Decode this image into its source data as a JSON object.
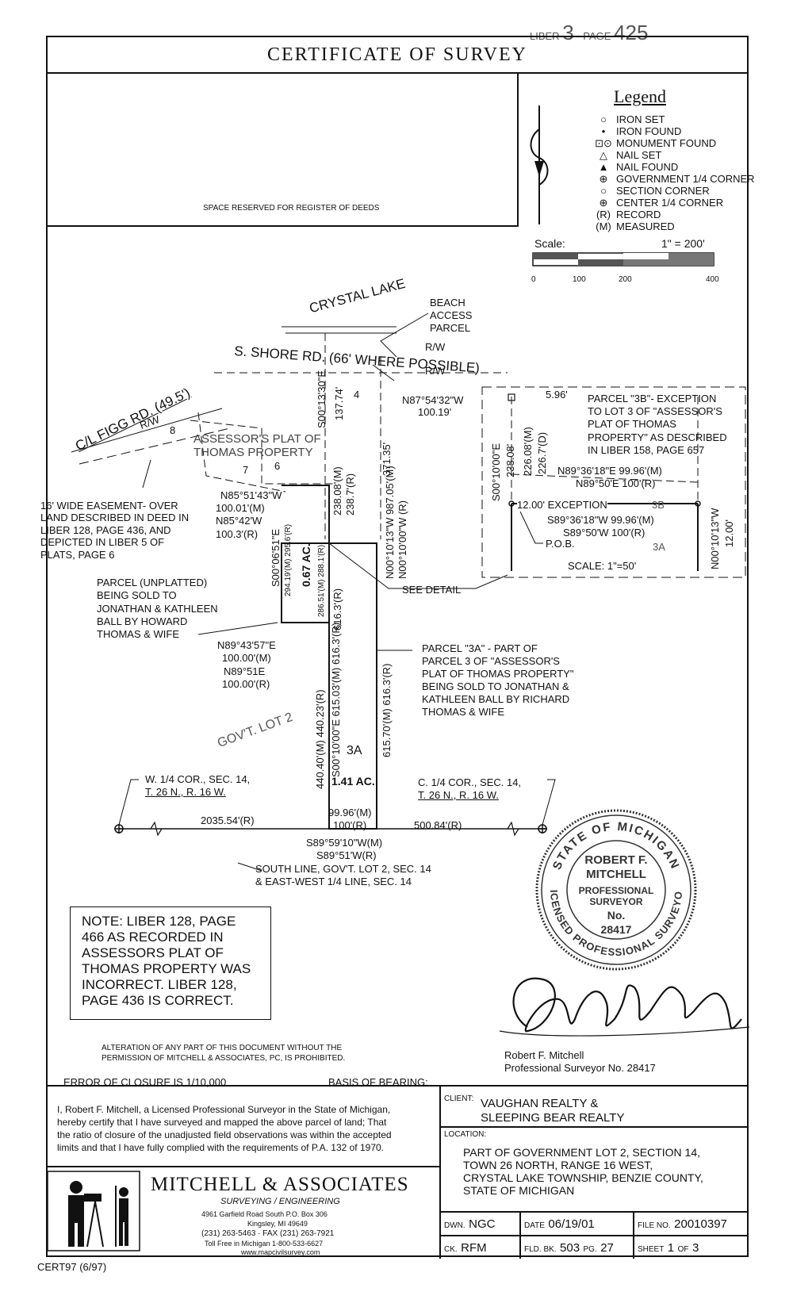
{
  "header": {
    "liber_label": "LIBER",
    "liber_number": "3",
    "page_label": "PAGE",
    "page_number": "425",
    "title": "CERTIFICATE OF SURVEY"
  },
  "register_space": "SPACE RESERVED FOR REGISTER OF DEEDS",
  "legend": {
    "title": "Legend",
    "items": [
      {
        "symbol": "○",
        "label": "IRON SET"
      },
      {
        "symbol": "•",
        "label": "IRON FOUND"
      },
      {
        "symbol": "⊡⊙",
        "label": "MONUMENT FOUND"
      },
      {
        "symbol": "△",
        "label": "NAIL SET"
      },
      {
        "symbol": "▲",
        "label": "NAIL FOUND"
      },
      {
        "symbol": "⊕",
        "label": "GOVERNMENT 1/4 CORNER"
      },
      {
        "symbol": "○",
        "label": "SECTION CORNER"
      },
      {
        "symbol": "⊕",
        "label": "CENTER 1/4 CORNER"
      },
      {
        "symbol": "(R)",
        "label": "RECORD"
      },
      {
        "symbol": "(M)",
        "label": "MEASURED"
      }
    ],
    "scale_label": "Scale:",
    "scale_value": "1\" = 200'",
    "scale_ticks": [
      "0",
      "100",
      "200",
      "400"
    ]
  },
  "drawing": {
    "crystal_lake": "CRYSTAL LAKE",
    "beach_access": [
      "BEACH",
      "ACCESS",
      "PARCEL"
    ],
    "rw": "R/W",
    "south_shore": "S. SHORE RD. (66' WHERE POSSIBLE)",
    "figg_rd": "C/L FIGG RD. (49.5')",
    "assessors_plat": [
      "ASSESSOR'S PLAT OF",
      "THOMAS PROPERTY"
    ],
    "lot_numbers": [
      "4",
      "8",
      "7",
      "6"
    ],
    "n87": [
      "N87°54'32\"W",
      "100.19'"
    ],
    "s00_13": "S00°13'30\"E",
    "d137": "137.74'",
    "d238m": "238.08'(M)",
    "d238r": "238.7'(R)",
    "d371": "371.35'",
    "n00_987": "N00°10'13\"W 987.05'(M)",
    "n00_rec": "N00°10'00\"W (R)",
    "easement": [
      "16' WIDE EASEMENT- OVER",
      "LAND DESCRIBED IN DEED IN",
      "LIBER 128, PAGE 436, AND",
      "DEPICTED IN LIBER 5 OF",
      "PLATS, PAGE 6"
    ],
    "n85": [
      "N85°51'43\"W",
      "100.01'(M)",
      "N85°42'W",
      "100.3'(R)"
    ],
    "s00_06": "S00°06'51\"E",
    "d294": "294.19'(M) 295.6'(R)",
    "acres_small": "0.67 AC.",
    "d286": "286.51'(M) 288.1'(R)",
    "d616r_a": "616.3'(R)",
    "see_detail": "SEE DETAIL",
    "parcel_unplatted": [
      "PARCEL (UNPLATTED)",
      "BEING SOLD TO",
      "JONATHAN & KATHLEEN",
      "BALL BY HOWARD",
      "THOMAS & WIFE"
    ],
    "n89_43": [
      "N89°43'57\"E",
      "100.00'(M)",
      "N89°51E",
      "100.00'(R)"
    ],
    "parcel_3a": [
      "PARCEL \"3A\" - PART OF",
      "PARCEL 3 OF \"ASSESSOR'S",
      "PLAT OF THOMAS PROPERTY\"",
      "BEING SOLD TO JONATHAN &",
      "KATHLEEN BALL BY RICHARD",
      "THOMAS & WIFE"
    ],
    "govt_lot": "GOV'T. LOT 2",
    "d440": "440.40'(M) 440.23'(R)",
    "s00_615": "S00°10'00\"E 615.03'(M) 616.3'(R)",
    "d615_70": "615.70'(M) 616.3'(R)",
    "label_3a": "3A",
    "acres_large": "1.41 AC.",
    "w_quarter": [
      "W. 1/4 COR., SEC. 14,",
      "T. 26 N., R. 16 W."
    ],
    "c_quarter": [
      "C. 1/4 COR., SEC. 14,",
      "T. 26 N., R. 16 W."
    ],
    "d2035": "2035.54'(R)",
    "d99m": "99.96'(M)",
    "d100r": "100'(R)",
    "d500": "500.84'(R)",
    "s89_59": "S89°59'10\"W(M)",
    "s89_51": "S89°51'W(R)",
    "south_line": [
      "SOUTH LINE, GOV'T. LOT 2, SEC. 14",
      "& EAST-WEST 1/4 LINE, SEC. 14"
    ]
  },
  "detail": {
    "d596": "5.96'",
    "parcel_3b": [
      "PARCEL \"3B\"- EXCEPTION",
      "TO LOT 3 OF \"ASSESSOR'S",
      "PLAT OF THOMAS",
      "PROPERTY\" AS DESCRIBED",
      "IN LIBER 158, PAGE 657"
    ],
    "s00_10": "S00°10'00\"E",
    "d238_08": "238.08'",
    "d226m": "226.08'(M)",
    "d226d": "226.7'(D)",
    "n89_36": "N89°36'18\"E 99.96'(M)",
    "n89_50": "N89°50'E 100'(R)",
    "exception": "12.00' EXCEPTION",
    "label_3b": "3B",
    "s89_36": "S89°36'18\"W 99.96'(M)",
    "s89_50": "S89°50'W 100'(R)",
    "pob": "P.O.B.",
    "label_3a": "3A",
    "n00_10_13": "N00°10'13\"W",
    "d12": "12.00'",
    "scale": "SCALE: 1\"=50'"
  },
  "note": "NOTE: LIBER 128, PAGE 466 AS RECORDED IN ASSESSORS PLAT OF THOMAS PROPERTY WAS INCORRECT. LIBER 128, PAGE 436 IS CORRECT.",
  "seal": {
    "arc_top": "STATE OF MICHIGAN",
    "arc_bottom": "LICENSED PROFESSIONAL SURVEYOR",
    "name1": "ROBERT F.",
    "name2": "MITCHELL",
    "title1": "PROFESSIONAL",
    "title2": "SURVEYOR",
    "no_label": "No.",
    "number": "28417"
  },
  "signature": {
    "name": "Robert F. Mitchell",
    "title": "Professional Surveyor No. 28417"
  },
  "alteration": [
    "ALTERATION OF ANY PART OF THIS DOCUMENT WITHOUT THE",
    "PERMISSION OF MITCHELL & ASSOCIATES, PC, IS PROHIBITED."
  ],
  "closure": "ERROR OF CLOSURE IS 1/10,000",
  "bearing": "BASIS OF BEARING:",
  "certification": [
    "I, Robert F. Mitchell, a Licensed Professional Surveyor in the State of Michigan,",
    "hereby certify that I have surveyed and mapped the above parcel of land; That",
    "the ratio of closure of the unadjusted field observations was within the accepted",
    "limits and that I have fully complied with the requirements of P.A. 132 of 1970."
  ],
  "company": {
    "name": "MITCHELL & ASSOCIATES",
    "tagline": "SURVEYING / ENGINEERING",
    "address1": "4961 Garfield Road South   P.O. Box 306",
    "address2": "Kingsley, MI 49649",
    "phone": "(231) 263-5463 · FAX (231) 263-7921",
    "tollfree": "Toll Free in Michigan  1-800-533-6627",
    "web": "www.mapcivilsurvey.com"
  },
  "client": {
    "label": "CLIENT:",
    "line1": "VAUGHAN REALTY &",
    "line2": "SLEEPING BEAR REALTY"
  },
  "location": {
    "label": "LOCATION:",
    "lines": [
      "PART OF GOVERNMENT LOT 2, SECTION 14,",
      "TOWN 26 NORTH, RANGE 16 WEST,",
      "CRYSTAL LAKE TOWNSHIP, BENZIE COUNTY,",
      "STATE OF MICHIGAN"
    ]
  },
  "meta": {
    "dwn_label": "DWN.",
    "dwn": "NGC",
    "date_label": "DATE",
    "date": "06/19/01",
    "file_label": "FILE NO.",
    "file": "20010397",
    "ck_label": "CK.",
    "ck": "RFM",
    "fld_label": "FLD. BK.",
    "fld": "503",
    "pg_label": "PG.",
    "pg": "27",
    "sheet_label": "SHEET",
    "sheet": "1",
    "of_label": "OF",
    "sheet_total": "3"
  },
  "form_code": "CERT97 (6/97)"
}
